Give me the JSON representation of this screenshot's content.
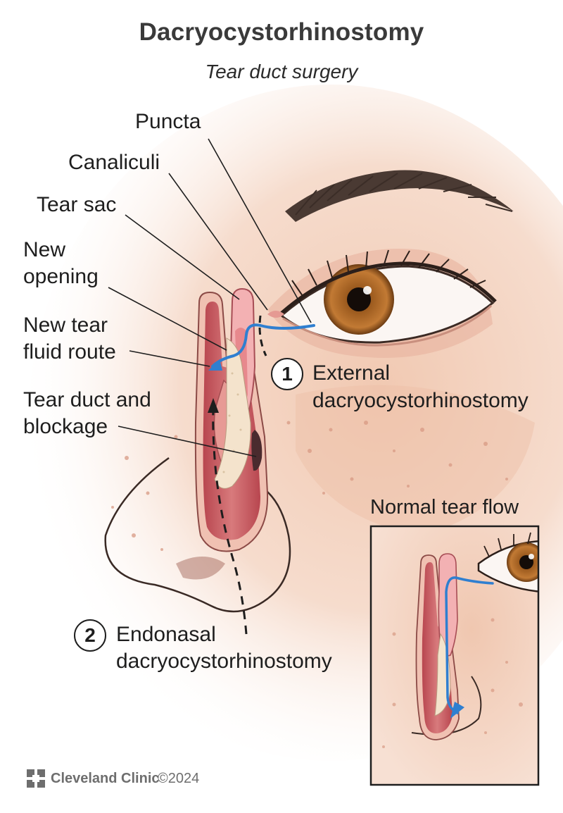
{
  "header": {
    "title": "Dacryocystorhinostomy",
    "subtitle": "Tear duct surgery"
  },
  "labels": {
    "puncta": "Puncta",
    "canaliculi": "Canaliculi",
    "tear_sac": "Tear sac",
    "new_opening_line1": "New",
    "new_opening_line2": "opening",
    "new_route_line1": "New tear",
    "new_route_line2": "fluid route",
    "blockage_line1": "Tear duct and",
    "blockage_line2": "blockage"
  },
  "steps": [
    {
      "number": "1",
      "line1": "External",
      "line2": "dacryocystorhinostomy"
    },
    {
      "number": "2",
      "line1": "Endonasal",
      "line2": "dacryocystorhinostomy"
    }
  ],
  "inset": {
    "title": "Normal tear flow"
  },
  "footer": {
    "brand": "Cleveland Clinic",
    "copyright": "©2024"
  },
  "colors": {
    "flow_arrow": "#2f7fd0",
    "skin": "#f3d2bf",
    "cavity": "#c9555c",
    "iris": "#b06a26"
  }
}
